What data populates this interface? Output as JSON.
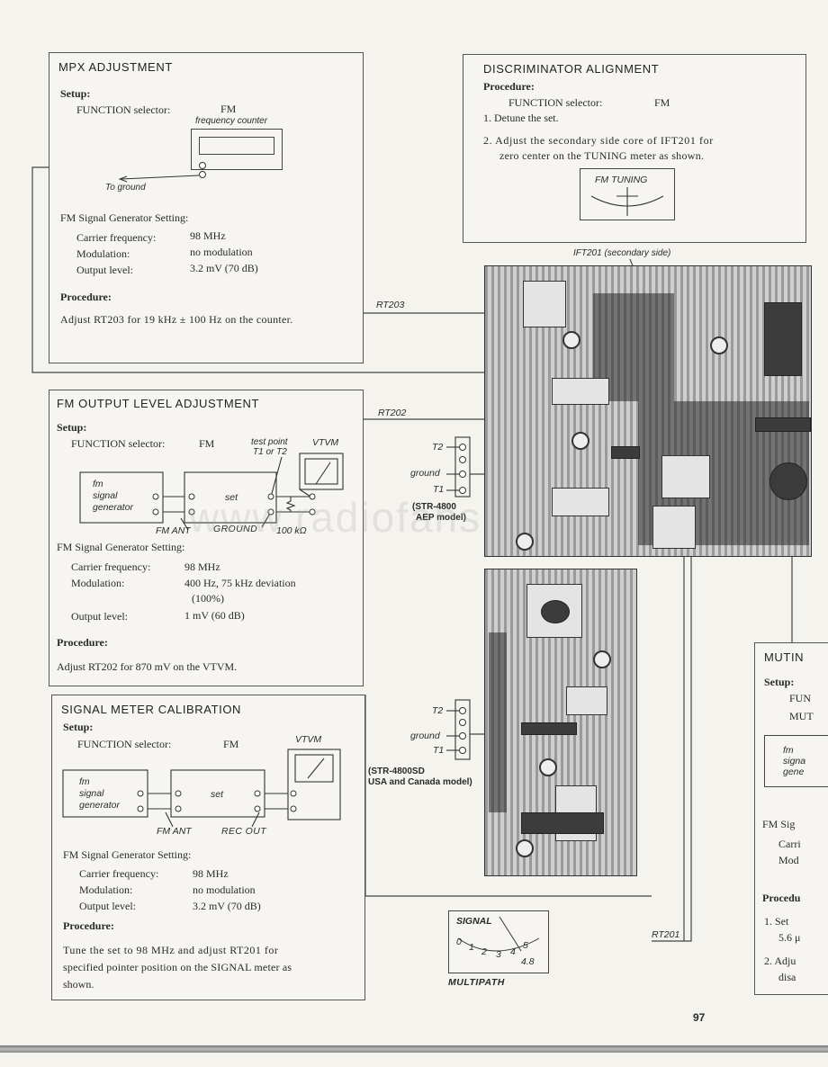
{
  "mpx": {
    "title": "MPX ADJUSTMENT",
    "setup": "Setup:",
    "function_label": "FUNCTION selector:",
    "function_value": "FM",
    "counter_label": "frequency counter",
    "ground_label": "To ground",
    "gen_heading": "FM Signal Generator Setting:",
    "carrier_label": "Carrier frequency:",
    "carrier_value": "98 MHz",
    "modulation_label": "Modulation:",
    "modulation_value": "no modulation",
    "output_label": "Output level:",
    "output_value": "3.2 mV (70 dB)",
    "procedure": "Procedure:",
    "procedure_text": "Adjust RT203 for 19 kHz ± 100 Hz on the counter."
  },
  "disc": {
    "title": "DISCRIMINATOR ALIGNMENT",
    "procedure": "Procedure:",
    "function_label": "FUNCTION selector:",
    "function_value": "FM",
    "step1": "1. Detune the set.",
    "step2a": "2. Adjust the secondary side core of IFT201 for",
    "step2b": "zero center on the TUNING meter as shown.",
    "meter_label": "FM TUNING"
  },
  "fmout": {
    "title": "FM OUTPUT LEVEL ADJUSTMENT",
    "setup": "Setup:",
    "function_label": "FUNCTION selector:",
    "function_value": "FM",
    "test_point": "test point",
    "t1t2": "T1 or T2",
    "vtvm": "VTVM",
    "gen1": "fm",
    "gen2": "signal",
    "gen3": "generator",
    "set": "set",
    "fm_ant": "FM ANT",
    "ground": "GROUND",
    "res": "100 kΩ",
    "gen_heading": "FM Signal Generator Setting:",
    "carrier_label": "Carrier frequency:",
    "carrier_value": "98 MHz",
    "modulation_label": "Modulation:",
    "modulation_value": "400 Hz, 75 kHz deviation",
    "modulation_value2": "(100%)",
    "output_label": "Output level:",
    "output_value": "1 mV (60 dB)",
    "procedure": "Procedure:",
    "procedure_text": "Adjust RT202 for 870 mV on the VTVM."
  },
  "signal": {
    "title": "SIGNAL METER CALIBRATION",
    "setup": "Setup:",
    "function_label": "FUNCTION selector:",
    "function_value": "FM",
    "vtvm": "VTVM",
    "gen1": "fm",
    "gen2": "signal",
    "gen3": "generator",
    "set": "set",
    "fm_ant": "FM ANT",
    "rec_out": "REC OUT",
    "gen_heading": "FM Signal Generator Setting:",
    "carrier_label": "Carrier frequency:",
    "carrier_value": "98 MHz",
    "modulation_label": "Modulation:",
    "modulation_value": "no modulation",
    "output_label": "Output level:",
    "output_value": "3.2 mV (70 dB)",
    "procedure": "Procedure:",
    "proc1": "Tune the set to 98 MHz and adjust RT201 for",
    "proc2": "specified pointer position on the SIGNAL meter as",
    "proc3": "shown."
  },
  "board": {
    "ift201": "IFT201 (secondary side)",
    "rt203": "RT203",
    "rt202": "RT202",
    "rt201": "RT201",
    "t2": "T2",
    "t1": "T1",
    "ground": "ground",
    "aep1": "(STR-4800",
    "aep2": "AEP model)",
    "usa1": "(STR-4800SD",
    "usa2": "USA and Canada model)"
  },
  "signal_meter": {
    "label": "SIGNAL",
    "scale": [
      "0",
      "1",
      "2",
      "3",
      "4",
      "5"
    ],
    "value": "4.8",
    "multipath": "MULTIPATH"
  },
  "muting": {
    "title": "MUTIN",
    "setup": "Setup:",
    "fun": "FUN",
    "mut": "MUT",
    "gen1": "fm",
    "gen2": "signa",
    "gen3": "gene",
    "fmsig": "FM Sig",
    "carri": "Carri",
    "mod": "Mod",
    "proc": "Procedu",
    "s1a": "1. Set",
    "s1b": "5.6 μ",
    "s2a": "2. Adju",
    "s2b": "disa"
  },
  "watermark": "www.radiofans",
  "page_number": "97"
}
